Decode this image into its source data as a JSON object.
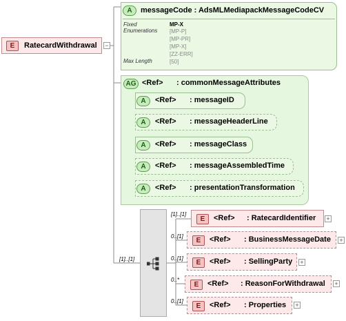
{
  "root": {
    "badge": "E",
    "name": "RatecardWithdrawal",
    "collapse": "−"
  },
  "messageCode": {
    "badge": "A",
    "title": "messageCode : AdsMLMediapackMessageCodeCV",
    "props_label_fixed": "Fixed",
    "props_label_enum": "Enumerations",
    "props_label_maxlen": "Max Length",
    "fixed_value": "MP-X",
    "enumerations": [
      "[MP-P]",
      "[MP-PR]",
      "[MP-X]",
      "[ZZ-ERR]"
    ],
    "max_length": "[50]"
  },
  "attributeGroup": {
    "badge": "AG",
    "ref": "<Ref>",
    "name": ": commonMessageAttributes",
    "attributes": [
      {
        "badge": "A",
        "ref": "<Ref>",
        "name": ": messageID"
      },
      {
        "badge": "A",
        "ref": "<Ref>",
        "name": ": messageHeaderLine"
      },
      {
        "badge": "A",
        "ref": "<Ref>",
        "name": ": messageClass"
      },
      {
        "badge": "A",
        "ref": "<Ref>",
        "name": ": messageAssembledTime"
      },
      {
        "badge": "A",
        "ref": "<Ref>",
        "name": ": presentationTransformation"
      }
    ]
  },
  "sequence": {
    "cardinality": "[1]..[1]",
    "children": [
      {
        "card": "[1]..[1]",
        "badge": "E",
        "ref": "<Ref>",
        "name": ": RatecardIdentifier",
        "expand": "+"
      },
      {
        "card": "0..[1]",
        "badge": "E",
        "ref": "<Ref>",
        "name": ": BusinessMessageDate",
        "expand": "+"
      },
      {
        "card": "0..[1]",
        "badge": "E",
        "ref": "<Ref>",
        "name": ": SellingParty",
        "expand": "+"
      },
      {
        "card": "0..*",
        "badge": "E",
        "ref": "<Ref>",
        "name": ": ReasonForWithdrawal",
        "expand": "+"
      },
      {
        "card": "0..[1]",
        "badge": "E",
        "ref": "<Ref>",
        "name": ": Properties",
        "expand": "+"
      }
    ]
  }
}
